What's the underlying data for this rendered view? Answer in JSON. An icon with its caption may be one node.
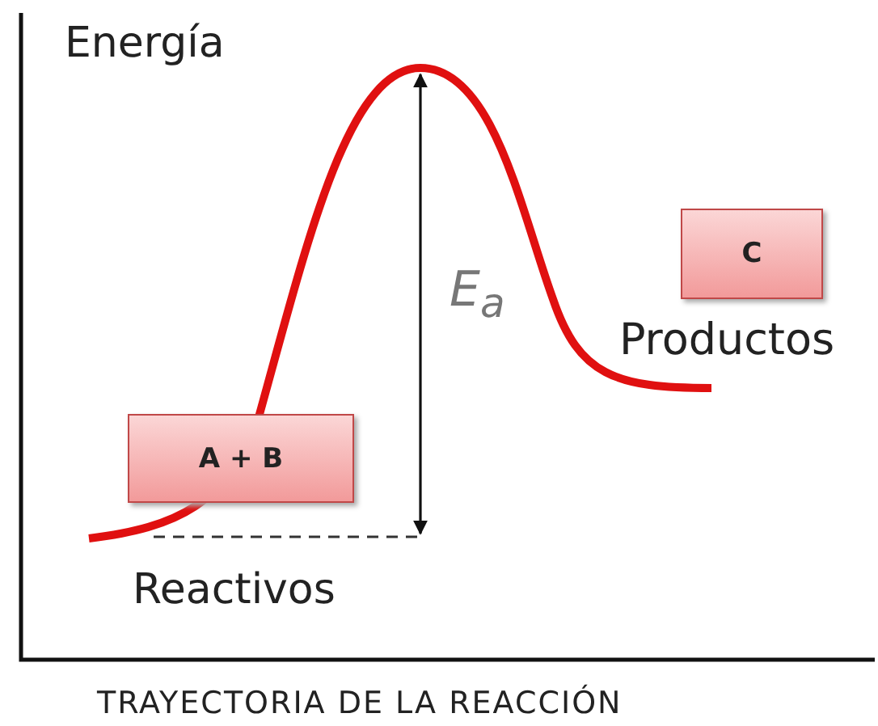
{
  "diagram": {
    "nodes": [
      {
        "text": [
          "A + B"
        ]
      },
      {
        "text": [
          "C"
        ]
      }
    ],
    "labels": [
      "Energía",
      "E$_{a}$",
      "Productos",
      "Reactivos",
      "TRAYECTORIA DE LA REACCIÓN"
    ]
  }
}
